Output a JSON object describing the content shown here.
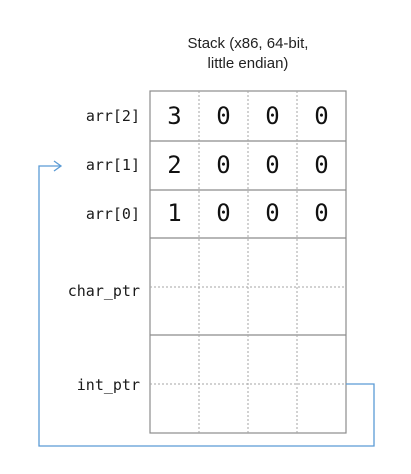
{
  "title": {
    "line1": "Stack (x86, 64-bit,",
    "line2": "little endian)"
  },
  "rows": [
    {
      "label": "arr[2]",
      "bytes": [
        "3",
        "0",
        "0",
        "0"
      ]
    },
    {
      "label": "arr[1]",
      "bytes": [
        "2",
        "0",
        "0",
        "0"
      ]
    },
    {
      "label": "arr[0]",
      "bytes": [
        "1",
        "0",
        "0",
        "0"
      ]
    }
  ],
  "pointers": [
    {
      "label": "char_ptr"
    },
    {
      "label": "int_ptr"
    }
  ],
  "colors": {
    "grid": "#8c8c8c",
    "dotted": "#a6a6a6",
    "arrow": "#5b9bd5"
  }
}
